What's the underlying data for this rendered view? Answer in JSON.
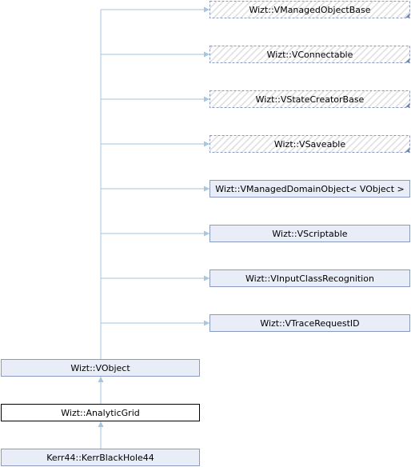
{
  "diagram": {
    "title": "",
    "nodes": [
      {
        "id": "vmanagedobjectbase",
        "label": "Wizt::VManagedObjectBase",
        "style": "undocumented"
      },
      {
        "id": "vconnectable",
        "label": "Wizt::VConnectable",
        "style": "undocumented"
      },
      {
        "id": "vstatecreatorbase",
        "label": "Wizt::VStateCreatorBase",
        "style": "undocumented"
      },
      {
        "id": "vsaveable",
        "label": "Wizt::VSaveable",
        "style": "undocumented"
      },
      {
        "id": "vmanageddomainobject",
        "label": "Wizt::VManagedDomainObject< VObject >",
        "style": "documented"
      },
      {
        "id": "vscriptable",
        "label": "Wizt::VScriptable",
        "style": "documented"
      },
      {
        "id": "vinputclassrecognition",
        "label": "Wizt::VInputClassRecognition",
        "style": "documented"
      },
      {
        "id": "vtracerequestid",
        "label": "Wizt::VTraceRequestID",
        "style": "documented"
      },
      {
        "id": "vobject",
        "label": "Wizt::VObject",
        "style": "documented"
      },
      {
        "id": "analyticgrid",
        "label": "Wizt::AnalyticGrid",
        "style": "current"
      },
      {
        "id": "kerrblackhole44",
        "label": "Kerr44::KerrBlackHole44",
        "style": "documented"
      }
    ],
    "edges": [
      {
        "from": "vobject",
        "to": "vmanagedobjectbase"
      },
      {
        "from": "vobject",
        "to": "vconnectable"
      },
      {
        "from": "vobject",
        "to": "vstatecreatorbase"
      },
      {
        "from": "vobject",
        "to": "vsaveable"
      },
      {
        "from": "vobject",
        "to": "vmanageddomainobject"
      },
      {
        "from": "vobject",
        "to": "vscriptable"
      },
      {
        "from": "vobject",
        "to": "vinputclassrecognition"
      },
      {
        "from": "vobject",
        "to": "vtracerequestid"
      },
      {
        "from": "analyticgrid",
        "to": "vobject"
      },
      {
        "from": "kerrblackhole44",
        "to": "analyticgrid"
      }
    ],
    "colors": {
      "edge": "#a7c5e0",
      "documented_fill": "#e8edf7",
      "documented_border": "#8b9bc0",
      "undocumented_hatch": "#e2e2e2",
      "undocumented_border": "#8b9bc0",
      "current_fill": "#ffffff",
      "current_border": "#000000",
      "corner_mark": "#6b87b4"
    }
  }
}
